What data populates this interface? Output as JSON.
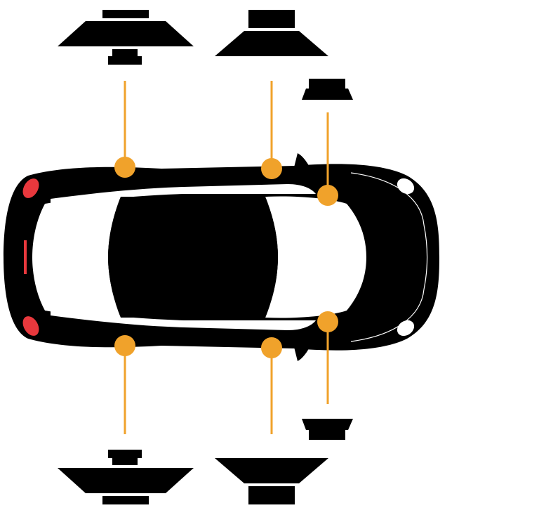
{
  "colors": {
    "background": "#ffffff",
    "car_body": "#000000",
    "glass": "#ffffff",
    "tail_light": "#e8383d",
    "headlight": "#ffffff",
    "connector": "#f0a22b",
    "speaker": "#000000"
  },
  "icons": {
    "car": "car-top-view-icon",
    "woofer": "woofer-speaker-icon",
    "midrange": "midrange-speaker-icon",
    "tweeter": "tweeter-speaker-icon",
    "mount": "speaker-mount-dot-icon"
  },
  "speaker_positions": [
    "rear-left",
    "front-left",
    "dash-left",
    "rear-right",
    "front-right",
    "dash-right"
  ]
}
